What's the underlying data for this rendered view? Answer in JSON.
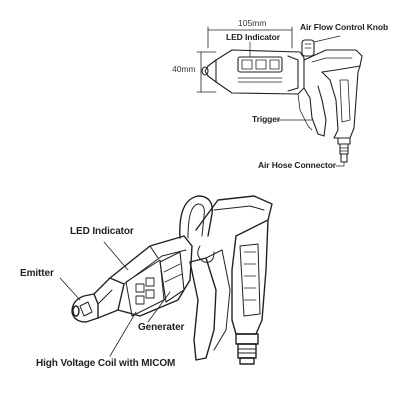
{
  "top_figure": {
    "dim_width": "105mm",
    "dim_height": "40mm",
    "led_indicator": "LED Indicator",
    "air_flow_control_knob": "Air Flow Control Knob",
    "trigger": "Trigger",
    "air_hose_connector": "Air Hose Connector"
  },
  "bottom_figure": {
    "led_indicator": "LED Indicator",
    "emitter": "Emitter",
    "generator": "Generater",
    "hv_coil": "High Voltage Coil with MICOM"
  }
}
